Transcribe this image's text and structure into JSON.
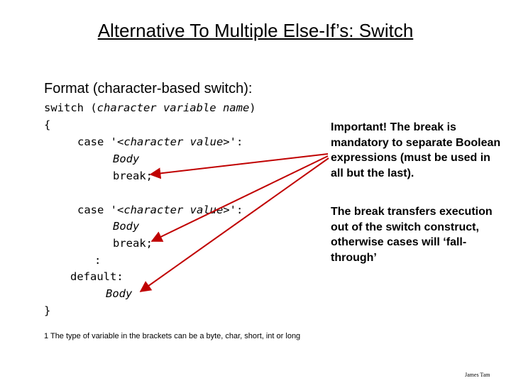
{
  "slide": {
    "title": "Alternative To Multiple Else-If’s: Switch",
    "subtitle": "Format (character-based switch):",
    "code": {
      "switch_kw": "switch (",
      "switch_arg": "character variable name",
      "switch_close": ")",
      "open_brace": "{",
      "case1_kw": "case '",
      "case1_val": "<character value>",
      "case1_end": "':",
      "body1": "Body",
      "break1": "break;",
      "case2_kw": "case '",
      "case2_val": "<character value>",
      "case2_end": "':",
      "body2": "Body",
      "break2": "break;",
      "ellipsis": ":",
      "default_kw": "default:",
      "body3": "Body",
      "close_brace": "}"
    },
    "note_break_mandatory": "Important! The break is mandatory to separate Boolean expressions (must be used in all but the last).",
    "note_break_transfers": "The break transfers execution out of the switch construct, otherwise cases will ‘fall-through’",
    "footnote": "1 The type of variable in the brackets can be a byte, char, short, int or long",
    "credit": "James Tam"
  }
}
